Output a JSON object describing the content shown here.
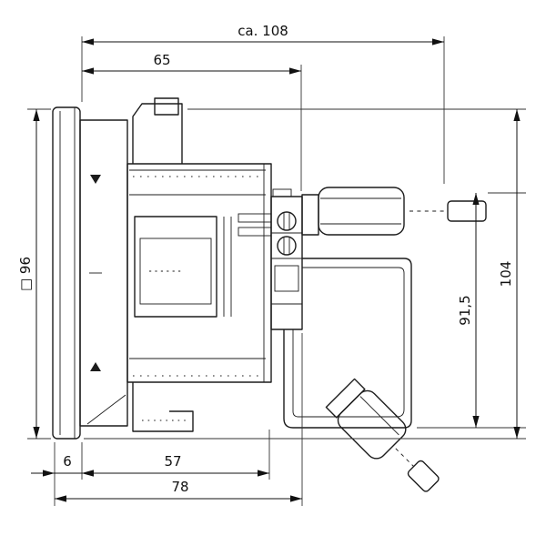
{
  "drawing": {
    "type": "technical-dimensional-drawing",
    "view": "side-view-panel-mount-instrument",
    "line_color": "#1c1c1c",
    "background": "#ffffff",
    "dims": {
      "total_depth": "ca. 108",
      "depth_to_terminals": "65",
      "front_square": "□ 96",
      "height_with_connector": "91,5",
      "overall_height": "104",
      "bezel_thickness": "6",
      "case_depth": "57",
      "depth_with_terminal_block": "78"
    }
  }
}
